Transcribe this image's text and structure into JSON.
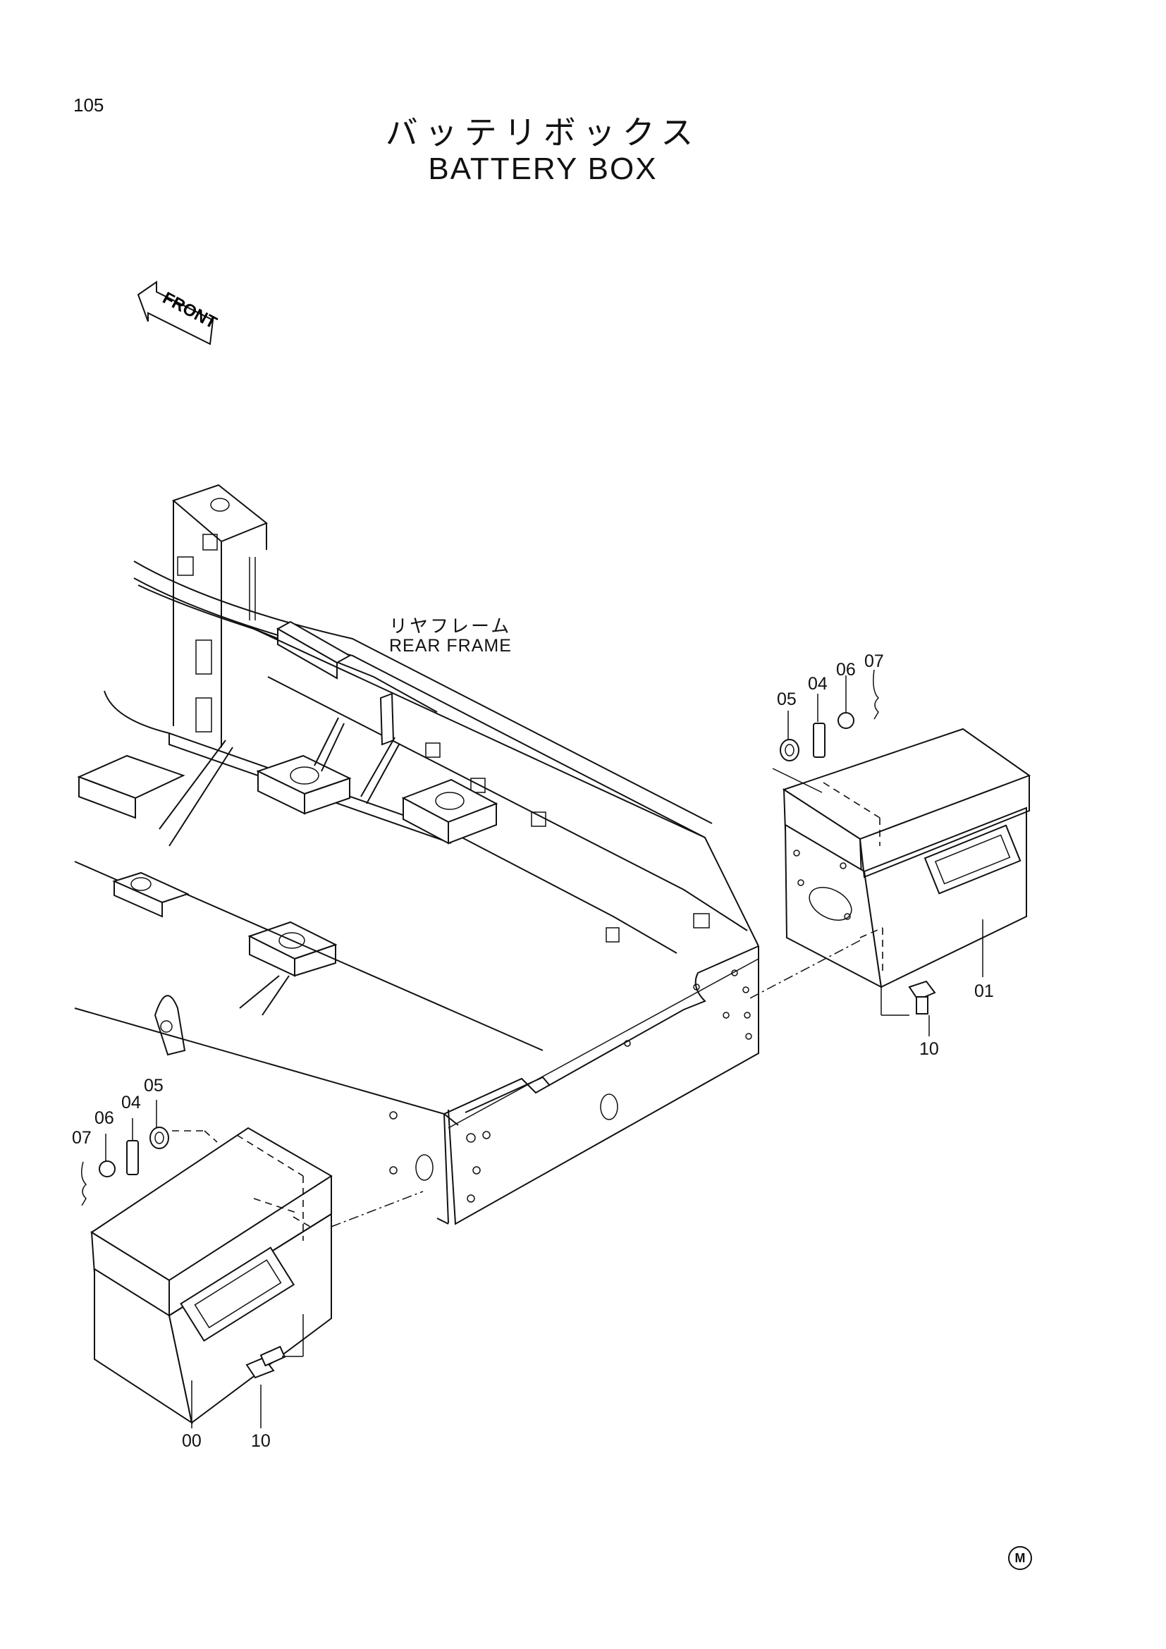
{
  "page": {
    "number": "105",
    "title_jp": "バッテリボックス",
    "title_en": "BATTERY BOX",
    "front_arrow_label": "FRONT",
    "rear_frame_label_jp": "リヤフレーム",
    "rear_frame_label_en": "REAR FRAME",
    "mark": "M"
  },
  "callouts": {
    "right_05": "05",
    "right_04": "04",
    "right_06": "06",
    "right_07": "07",
    "right_01": "01",
    "right_10": "10",
    "left_05": "05",
    "left_04": "04",
    "left_06": "06",
    "left_07": "07",
    "left_00": "00",
    "left_10": "10"
  }
}
